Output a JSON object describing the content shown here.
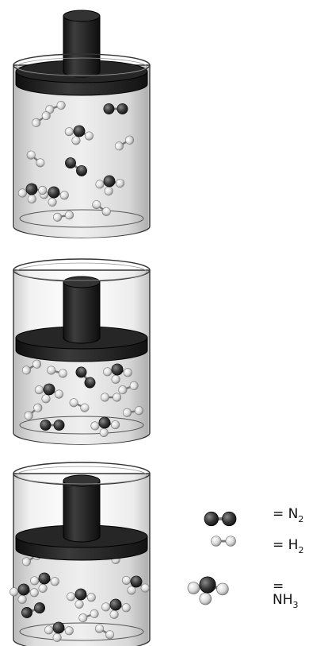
{
  "legend": [
    {
      "formula_main": "= N",
      "subscript": "2",
      "molecule": "n2"
    },
    {
      "formula_main": "= H",
      "subscript": "2",
      "molecule": "h2"
    },
    {
      "formula_main": "= NH",
      "subscript": "3",
      "molecule": "nh3"
    }
  ],
  "containers": [
    {
      "piston_level": "top",
      "molecules": [
        {
          "type": "h2"
        },
        {
          "type": "n2"
        },
        {
          "type": "nh3"
        },
        {
          "type": "h2"
        },
        {
          "type": "nh3"
        },
        {
          "type": "h2"
        },
        {
          "type": "n2"
        },
        {
          "type": "h2"
        },
        {
          "type": "nh3"
        },
        {
          "type": "nh3"
        },
        {
          "type": "h2"
        },
        {
          "type": "h2"
        }
      ]
    },
    {
      "piston_level": "middle",
      "molecules": [
        {
          "type": "h2"
        },
        {
          "type": "h2"
        },
        {
          "type": "n2"
        },
        {
          "type": "nh3"
        },
        {
          "type": "nh3"
        },
        {
          "type": "h2"
        },
        {
          "type": "h2"
        },
        {
          "type": "h2"
        },
        {
          "type": "h2"
        },
        {
          "type": "n2"
        },
        {
          "type": "nh3"
        },
        {
          "type": "h2"
        }
      ]
    },
    {
      "piston_level": "bottom",
      "molecules": [
        {
          "type": "nh3"
        },
        {
          "type": "h2"
        },
        {
          "type": "nh3"
        },
        {
          "type": "nh3"
        },
        {
          "type": "h2"
        },
        {
          "type": "n2"
        },
        {
          "type": "nh3"
        },
        {
          "type": "h2"
        },
        {
          "type": "nh3"
        },
        {
          "type": "nh3"
        },
        {
          "type": "h2"
        },
        {
          "type": "nh3"
        }
      ]
    }
  ],
  "colors": {
    "nitrogen": "#2e2e2e",
    "hydrogen": "#e6e6e6",
    "piston": "#1f1f1f",
    "outline": "#333333"
  }
}
